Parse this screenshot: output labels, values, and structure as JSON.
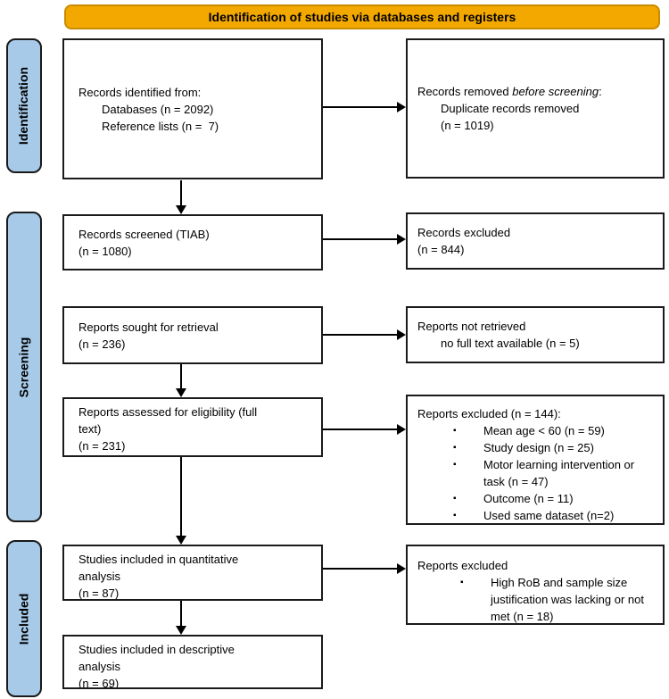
{
  "banner": {
    "label": "Identification of studies via databases and registers"
  },
  "sidebar": {
    "identification": "Identification",
    "screening": "Screening",
    "included": "Included"
  },
  "boxes": {
    "records_identified": {
      "line1": "Records identified from:",
      "line2": "Databases (n = 2092)",
      "line3": "Reference lists (n =  7)"
    },
    "records_removed": {
      "line1_normal": "Records removed ",
      "line1_italic": "before screening",
      "line1_suffix": ":",
      "line2": "Duplicate records removed",
      "line3": "(n = 1019)"
    },
    "records_screened": {
      "line1": "Records screened (TIAB)",
      "line2": "(n = 1080)"
    },
    "records_excluded": {
      "line1": "Records excluded",
      "line2": "(n = 844)"
    },
    "reports_sought": {
      "line1": "Reports sought for retrieval",
      "line2": "(n = 236)"
    },
    "reports_not_retrieved": {
      "line1": "Reports not retrieved",
      "line2": "no full text available (n = 5)"
    },
    "reports_assessed": {
      "line1": "Reports assessed for eligibility (full",
      "line2": "text)",
      "line3": "(n = 231)"
    },
    "reports_excluded_eligibility": {
      "title": "Reports excluded (n = 144):",
      "items": [
        "Mean age < 60 (n = 59)",
        "Study design (n = 25)",
        "Motor learning intervention or task (n = 47)",
        "Outcome (n = 11)",
        "Used same dataset (n=2)"
      ]
    },
    "included_quantitative": {
      "line1": "Studies included in quantitative",
      "line2": "analysis",
      "line3": "(n = 87)"
    },
    "reports_excluded_rob": {
      "title": "Reports excluded",
      "items": [
        "High RoB and sample size justification was lacking or not met (n = 18)"
      ]
    },
    "included_descriptive": {
      "line1": "Studies included in descriptive",
      "line2": "analysis",
      "line3": "(n = 69)"
    }
  },
  "icons": {
    "bullet": "▪"
  },
  "colors": {
    "banner_fill": "#F3A800",
    "banner_border": "#C98C00",
    "sidebar_fill": "#A8CAE9",
    "sidebar_border": "#1A1A1A",
    "box_border": "#1A1A1A",
    "arrow": "#000000"
  }
}
